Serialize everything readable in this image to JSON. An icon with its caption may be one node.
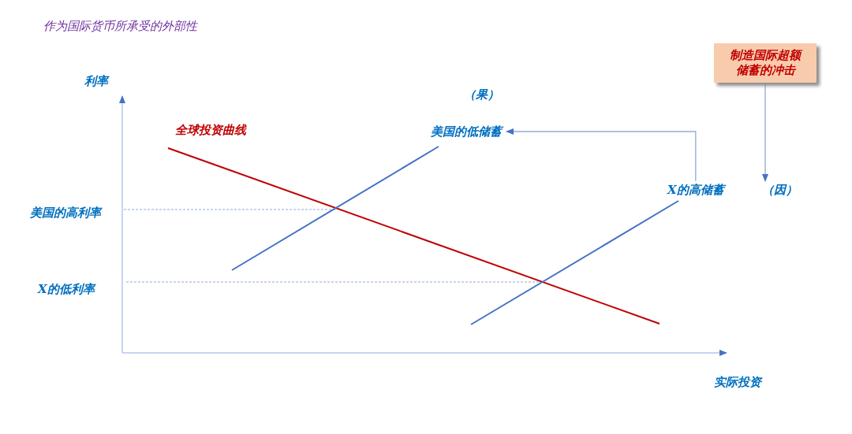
{
  "diagram": {
    "title": "作为国际货币所承受的外部性",
    "nodes": [
      {
        "text": [
          "制造国际超额储蓄的冲击"
        ]
      },
      {
        "text": [
          "美国的低储蓄"
        ]
      },
      {
        "text": [
          "X的高储蓄"
        ]
      },
      {
        "text": [
          "（因）"
        ]
      }
    ],
    "edges": [
      {
        "from": 0,
        "to": 3,
        "arrow": "to"
      },
      {
        "from": 2,
        "to": 1,
        "arrow": "to"
      }
    ],
    "labels": [
      "利率",
      "（果）",
      "全球投资曲线",
      "美国的高利率",
      "X的低利率",
      "实际投资"
    ]
  }
}
